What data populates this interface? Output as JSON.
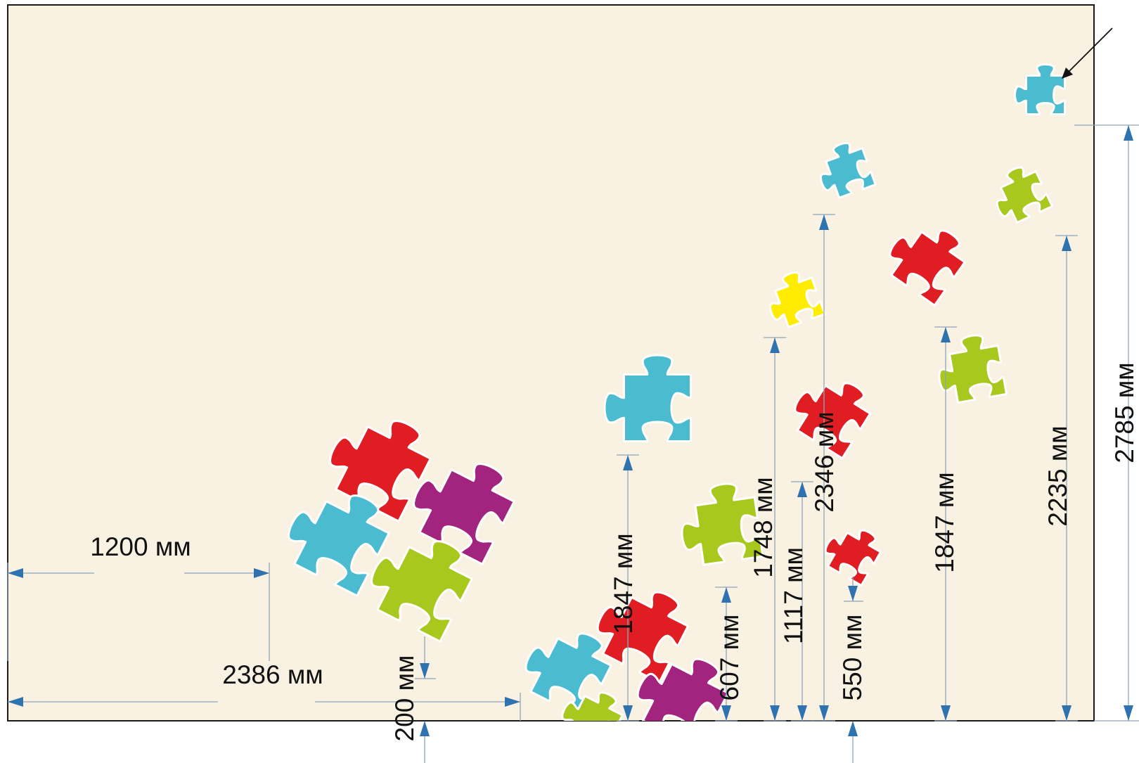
{
  "colors": {
    "wall": "#f9f2e3",
    "wall_border": "#1a1a1a",
    "dimension_line": "#8fa5b8",
    "arrow": "#2e73b0",
    "leader": "#111111",
    "cyan": "#4bbccf",
    "red": "#e11d24",
    "purple": "#a3247f",
    "lime": "#a8c81e",
    "yellow": "#ffec00",
    "outline": "#ffffff"
  },
  "dimensions": {
    "d1200": "1200 мм",
    "d2386": "2386 мм",
    "d200": "200 мм",
    "d1847a": "1847 мм",
    "d607": "607 мм",
    "d1748": "1748 мм",
    "d1117": "1117 мм",
    "d2346": "2346 мм",
    "d550": "550 мм",
    "d1847b": "1847 мм",
    "d2235": "2235 мм",
    "d2785": "2785 мм"
  },
  "pieces": [
    {
      "id": "group-red",
      "color": "red"
    },
    {
      "id": "group-purple",
      "color": "purple"
    },
    {
      "id": "group-cyan",
      "color": "cyan"
    },
    {
      "id": "group-lime",
      "color": "lime"
    },
    {
      "id": "mid-cyan",
      "color": "cyan"
    },
    {
      "id": "bottom-cyan",
      "color": "cyan"
    },
    {
      "id": "bottom-red",
      "color": "red"
    },
    {
      "id": "bottom-purple",
      "color": "purple"
    },
    {
      "id": "bottom-lime",
      "color": "lime"
    },
    {
      "id": "lime-607",
      "color": "lime"
    },
    {
      "id": "yellow-1748",
      "color": "yellow"
    },
    {
      "id": "cyan-2346",
      "color": "cyan"
    },
    {
      "id": "red-1117",
      "color": "red"
    },
    {
      "id": "red-550",
      "color": "red"
    },
    {
      "id": "red-big-right",
      "color": "red"
    },
    {
      "id": "lime-1847",
      "color": "lime"
    },
    {
      "id": "lime-2235",
      "color": "lime"
    },
    {
      "id": "cyan-corner",
      "color": "cyan"
    }
  ]
}
